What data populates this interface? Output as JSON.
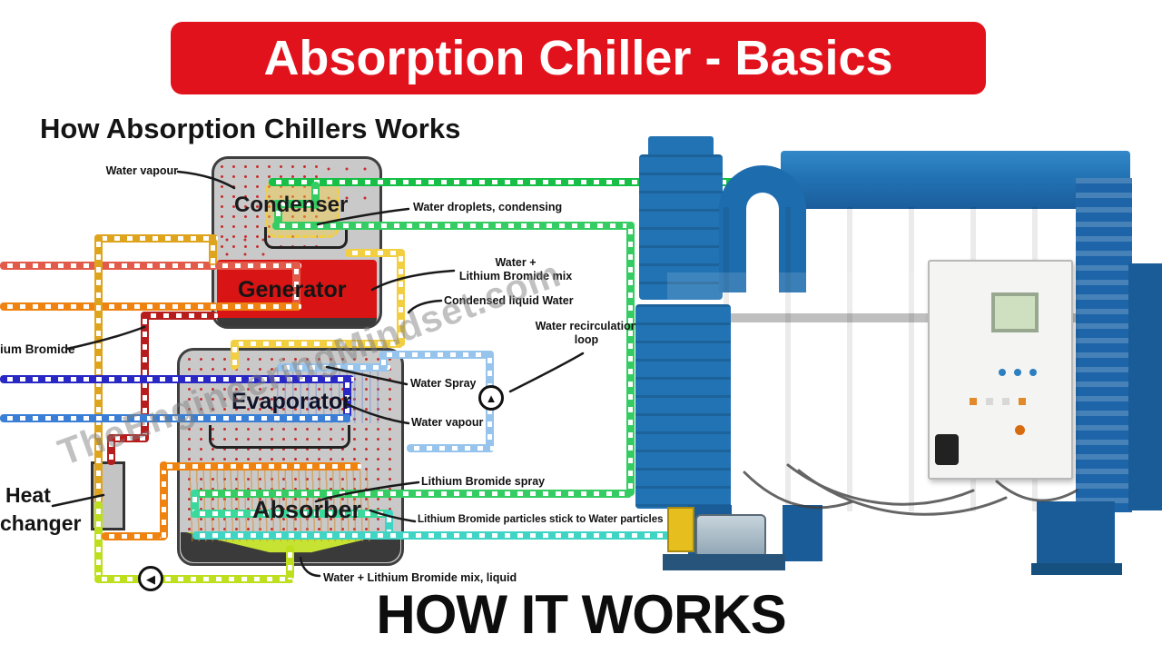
{
  "banner": {
    "title": "Absorption Chiller - Basics",
    "bg_color": "#e2121d",
    "text_color": "#ffffff"
  },
  "heading": "How Absorption Chillers Works",
  "footer": "HOW IT WORKS",
  "watermark": "TheEngineeringMindset.com",
  "diagram": {
    "components": {
      "condenser": "Condenser",
      "generator": "Generator",
      "evaporator": "Evaporator",
      "absorber": "Absorber"
    },
    "labels": {
      "water_vapour_condenser": "Water vapour",
      "water_droplets": "Water droplets, condensing",
      "water_libr_mix": "Water +\nLithium Bromide mix",
      "condensed_liquid_water": "Condensed liquid Water",
      "water_recirculation": "Water recirculation\nloop",
      "water_spray": "Water Spray",
      "water_vapour_evaporator": "Water vapour",
      "libr_spray": "Lithium Bromide spray",
      "libr_particles": "Lithium Bromide particles stick to Water particles",
      "water_libr_liquid": "Water + Lithium Bromide mix, liquid",
      "lithium_bromide_cut": "ium Bromide",
      "heat_exchanger_cut_line1": "Heat",
      "heat_exchanger_cut_line2": "changer"
    },
    "pump_up_glyph": "▲",
    "pump_left_glyph": "◀"
  },
  "colors": {
    "banner_red": "#e2121d",
    "generator_liquid": "#d81414",
    "machine_blue": "#2273b4",
    "pipe_hot_in": "#e25a4a",
    "pipe_hot_out": "#ee8312",
    "pipe_dilute_solution": "#dfa41e",
    "pipe_concentrated_solution": "#b71d1d",
    "pipe_condensate": "#f2ce41",
    "pipe_chilled_in": "#2a28c4",
    "pipe_chilled_out": "#3a7fd5",
    "pipe_recirculation": "#97c4ec",
    "pipe_cooling_green": "#35cd63",
    "pipe_cooling_bright": "#17bf47",
    "pipe_cooling_teal": "#3fd4c4",
    "pipe_solution_liquid": "#bddf1e"
  }
}
